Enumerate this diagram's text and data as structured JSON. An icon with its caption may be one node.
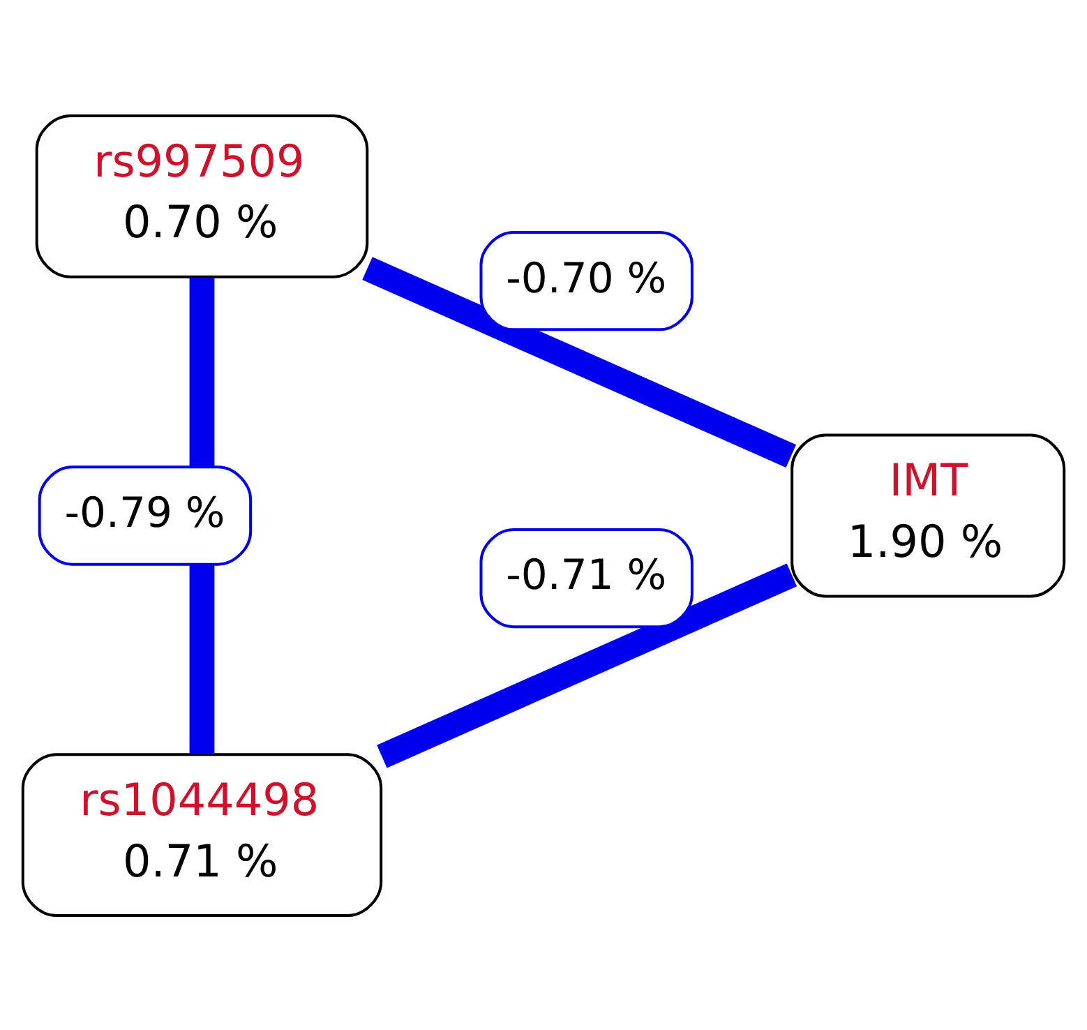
{
  "diagram": {
    "nodes": [
      {
        "text": [
          "rs997509",
          "0.70 %"
        ]
      },
      {
        "text": [
          "IMT",
          "1.90 %"
        ]
      },
      {
        "text": [
          "rs1044498",
          "0.71 %"
        ]
      }
    ],
    "edges": [
      {
        "from": 0,
        "to": 1,
        "arrow": "none",
        "label": "-0.70 %"
      },
      {
        "from": 1,
        "to": 2,
        "arrow": "none",
        "label": "-0.71 %"
      },
      {
        "from": 0,
        "to": 2,
        "arrow": "none",
        "label": "-0.79 %"
      }
    ]
  }
}
